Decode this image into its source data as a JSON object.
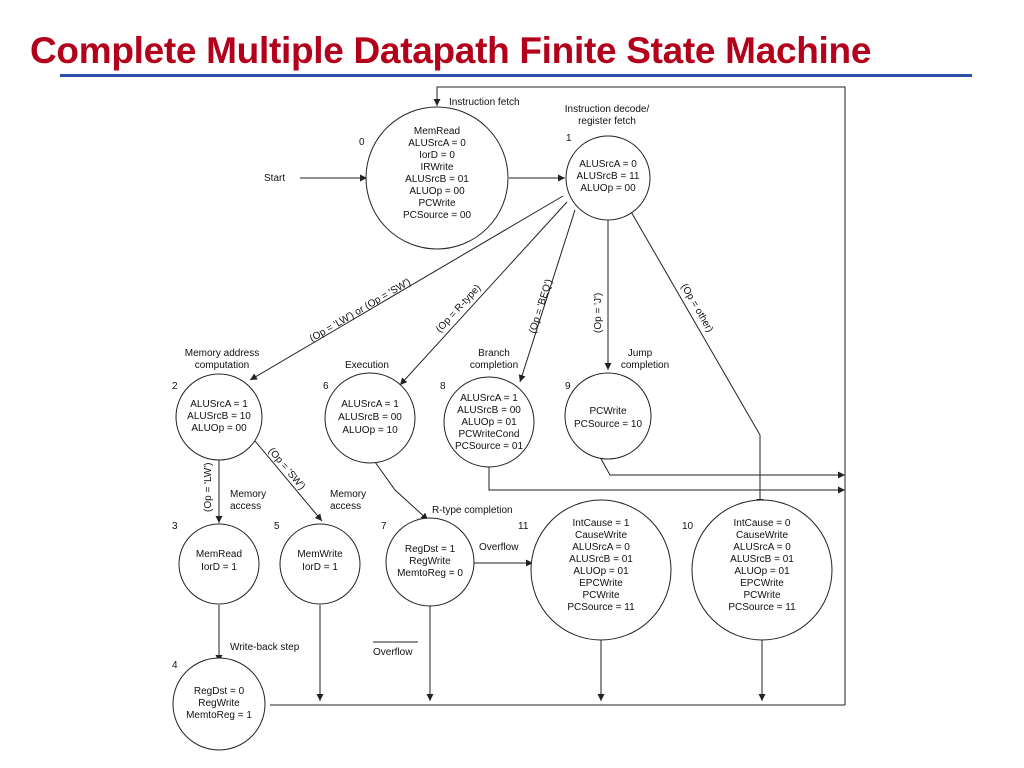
{
  "title": "Complete Multiple Datapath Finite State Machine",
  "start_label": "Start",
  "states": [
    {
      "id": "0",
      "lines": [
        "MemRead",
        "ALUSrcA = 0",
        "IorD = 0",
        "IRWrite",
        "ALUSrcB = 01",
        "ALUOp = 00",
        "PCWrite",
        "PCSource = 00"
      ]
    },
    {
      "id": "1",
      "lines": [
        "ALUSrcA = 0",
        "ALUSrcB = 11",
        "ALUOp = 00"
      ]
    },
    {
      "id": "2",
      "lines": [
        "ALUSrcA = 1",
        "ALUSrcB = 10",
        "ALUOp = 00"
      ]
    },
    {
      "id": "6",
      "lines": [
        "ALUSrcA = 1",
        "ALUSrcB = 00",
        "ALUOp = 10"
      ]
    },
    {
      "id": "8",
      "lines": [
        "ALUSrcA = 1",
        "ALUSrcB = 00",
        "ALUOp = 01",
        "PCWriteCond",
        "PCSource = 01"
      ]
    },
    {
      "id": "9",
      "lines": [
        "PCWrite",
        "PCSource = 10"
      ]
    },
    {
      "id": "3",
      "lines": [
        "MemRead",
        "IorD = 1"
      ]
    },
    {
      "id": "5",
      "lines": [
        "MemWrite",
        "IorD = 1"
      ]
    },
    {
      "id": "7",
      "lines": [
        "RegDst = 1",
        "RegWrite",
        "MemtoReg = 0"
      ]
    },
    {
      "id": "11",
      "lines": [
        "IntCause = 1",
        "CauseWrite",
        "ALUSrcA = 0",
        "ALUSrcB = 01",
        "ALUOp = 01",
        "EPCWrite",
        "PCWrite",
        "PCSource = 11"
      ]
    },
    {
      "id": "10",
      "lines": [
        "IntCause = 0",
        "CauseWrite",
        "ALUSrcA = 0",
        "ALUSrcB = 01",
        "ALUOp = 01",
        "EPCWrite",
        "PCWrite",
        "PCSource = 11"
      ]
    },
    {
      "id": "4",
      "lines": [
        "RegDst = 0",
        "RegWrite",
        "MemtoReg = 1"
      ]
    }
  ],
  "step_labels": {
    "instruction_fetch": "Instruction fetch",
    "decode": [
      "Instruction decode/",
      "register fetch"
    ],
    "memory_address": [
      "Memory address",
      "computation"
    ],
    "execution": "Execution",
    "branch": [
      "Branch",
      "completion"
    ],
    "jump": [
      "Jump",
      "completion"
    ],
    "memory_access_1": [
      "Memory",
      "access"
    ],
    "memory_access_2": [
      "Memory",
      "access"
    ],
    "rtype_completion": "R-type completion",
    "write_back": "Write-back step"
  },
  "edge_labels": {
    "lw_or_sw": "(Op = 'LW') or (Op = 'SW')",
    "rtype": "(Op = R-type)",
    "beq": "(Op = 'BEQ')",
    "jump": "(Op = 'J')",
    "other": "(Op = other)",
    "lw": "(Op = 'LW')",
    "sw": "(Op = 'SW')",
    "overflow": "Overflow",
    "not_overflow": "Overflow"
  }
}
